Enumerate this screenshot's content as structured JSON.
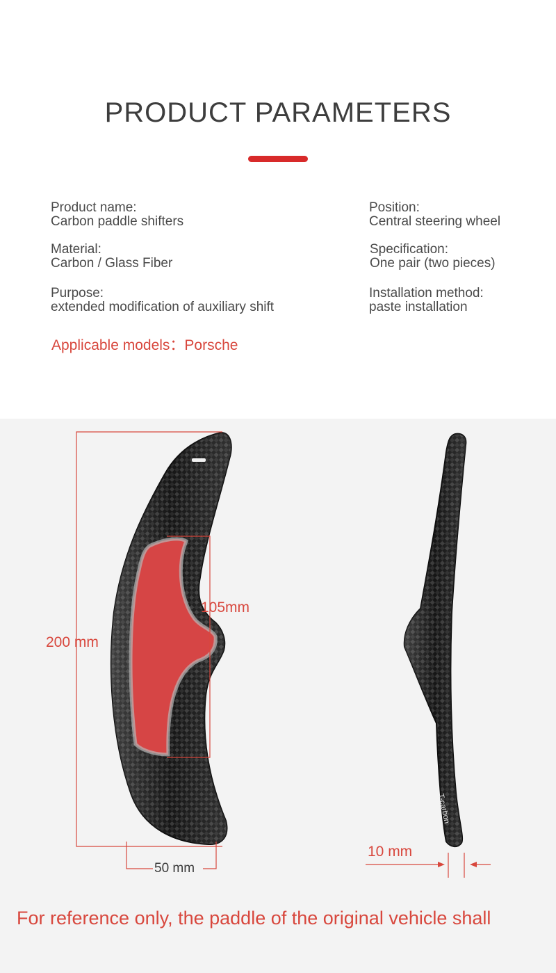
{
  "header": {
    "title": "PRODUCT PARAMETERS",
    "accent_color": "#d82a2a"
  },
  "params": {
    "product_name": {
      "label": "Product name:",
      "value": "Carbon paddle  shifters"
    },
    "position": {
      "label": "Position:",
      "value": "Central steering wheel"
    },
    "material": {
      "label": "Material:",
      "value": "Carbon / Glass Fiber"
    },
    "specification": {
      "label": "Specification:",
      "value": "One pair (two pieces)"
    },
    "purpose": {
      "label": "Purpose:",
      "value": "extended modification of auxiliary shift"
    },
    "installation": {
      "label": "Installation method:",
      "value": "paste installation"
    }
  },
  "applicable": "Applicable models：Porsche",
  "dimensions": {
    "height": "200 mm",
    "inner_height": "105mm",
    "width": "50 mm",
    "thickness": "10 mm"
  },
  "side_logo": "T-carbon",
  "footnote": "For reference only, the paddle of the original vehicle shall",
  "colors": {
    "text": "#4a4a4a",
    "red_text": "#d8473d",
    "panel_bg": "#f3f3f3",
    "carbon": "#1c1c1c",
    "adhesive": "#d64545"
  }
}
